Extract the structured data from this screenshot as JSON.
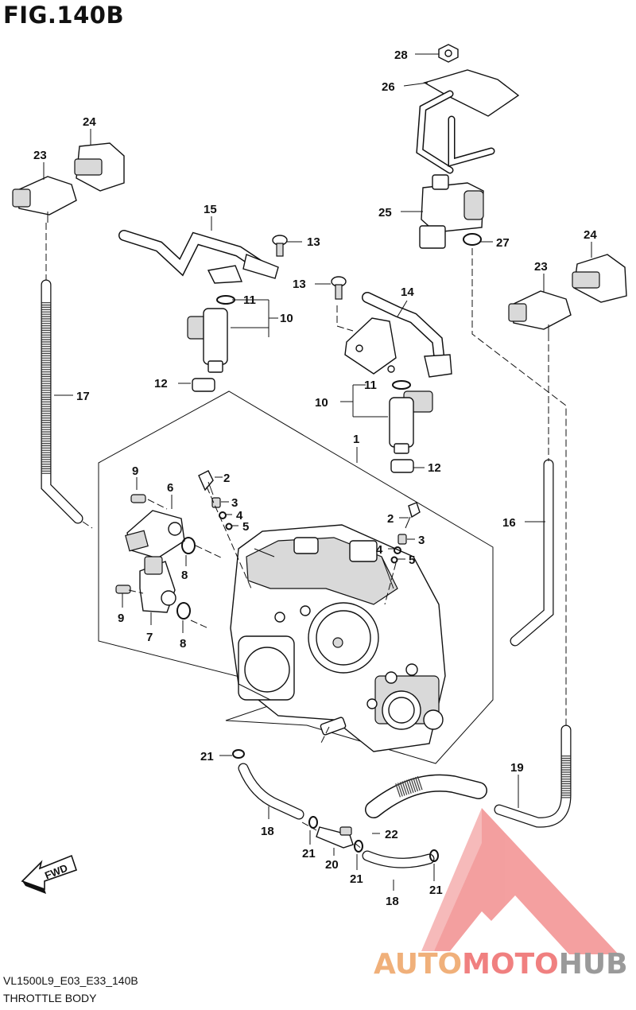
{
  "figure": {
    "title": "FIG.140B",
    "model_code": "VL1500L9_E03_E33_140B",
    "caption": "THROTTLE BODY"
  },
  "callouts": {
    "c1": "1",
    "c2a": "2",
    "c2b": "2",
    "c3a": "3",
    "c3b": "3",
    "c4a": "4",
    "c4b": "4",
    "c5a": "5",
    "c5b": "5",
    "c6": "6",
    "c7": "7",
    "c8a": "8",
    "c8b": "8",
    "c9a": "9",
    "c9b": "9",
    "c10a": "10",
    "c10b": "10",
    "c11a": "11",
    "c11b": "11",
    "c12a": "12",
    "c12b": "12",
    "c13a": "13",
    "c13b": "13",
    "c14": "14",
    "c15": "15",
    "c16": "16",
    "c17": "17",
    "c18a": "18",
    "c18b": "18",
    "c19": "19",
    "c20": "20",
    "c21a": "21",
    "c21b": "21",
    "c21c": "21",
    "c21d": "21",
    "c22": "22",
    "c23a": "23",
    "c23b": "23",
    "c24a": "24",
    "c24b": "24",
    "c25": "25",
    "c26": "26",
    "c27": "27",
    "c28": "28"
  },
  "fwd_label": "FWD",
  "watermark": {
    "part1": "AUTO",
    "part2": "MOTO",
    "part3": "HUB",
    "colors": {
      "auto": "#f0b07a",
      "moto": "#f08080",
      "hub": "#9a9a9a",
      "triangle": "#f08080"
    }
  }
}
